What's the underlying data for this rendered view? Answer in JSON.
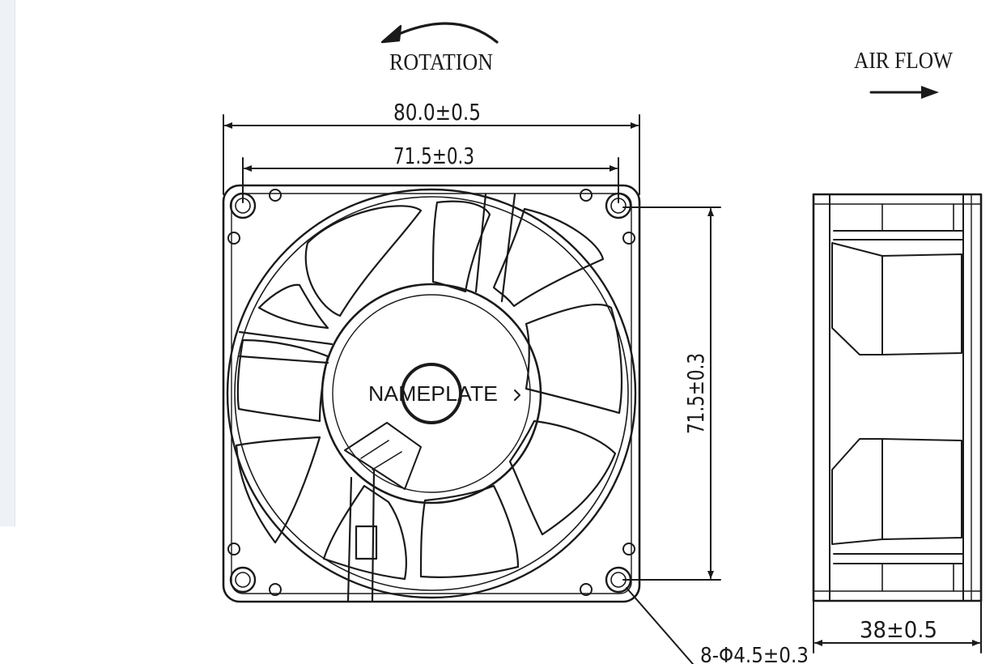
{
  "labels": {
    "rotation": "ROTATION",
    "air_flow": "AIR FLOW",
    "overall_width": "80.0±0.5",
    "hole_spacing_h": "71.5±0.3",
    "hole_spacing_v": "71.5±0.3",
    "nameplate": "NAMEPLATE",
    "depth": "38±0.5",
    "hole_callout": "8-Φ4.5±0.3"
  },
  "colors": {
    "line": "#1a1a1a",
    "background": "#ffffff",
    "sidebar": "#eef1f6"
  }
}
